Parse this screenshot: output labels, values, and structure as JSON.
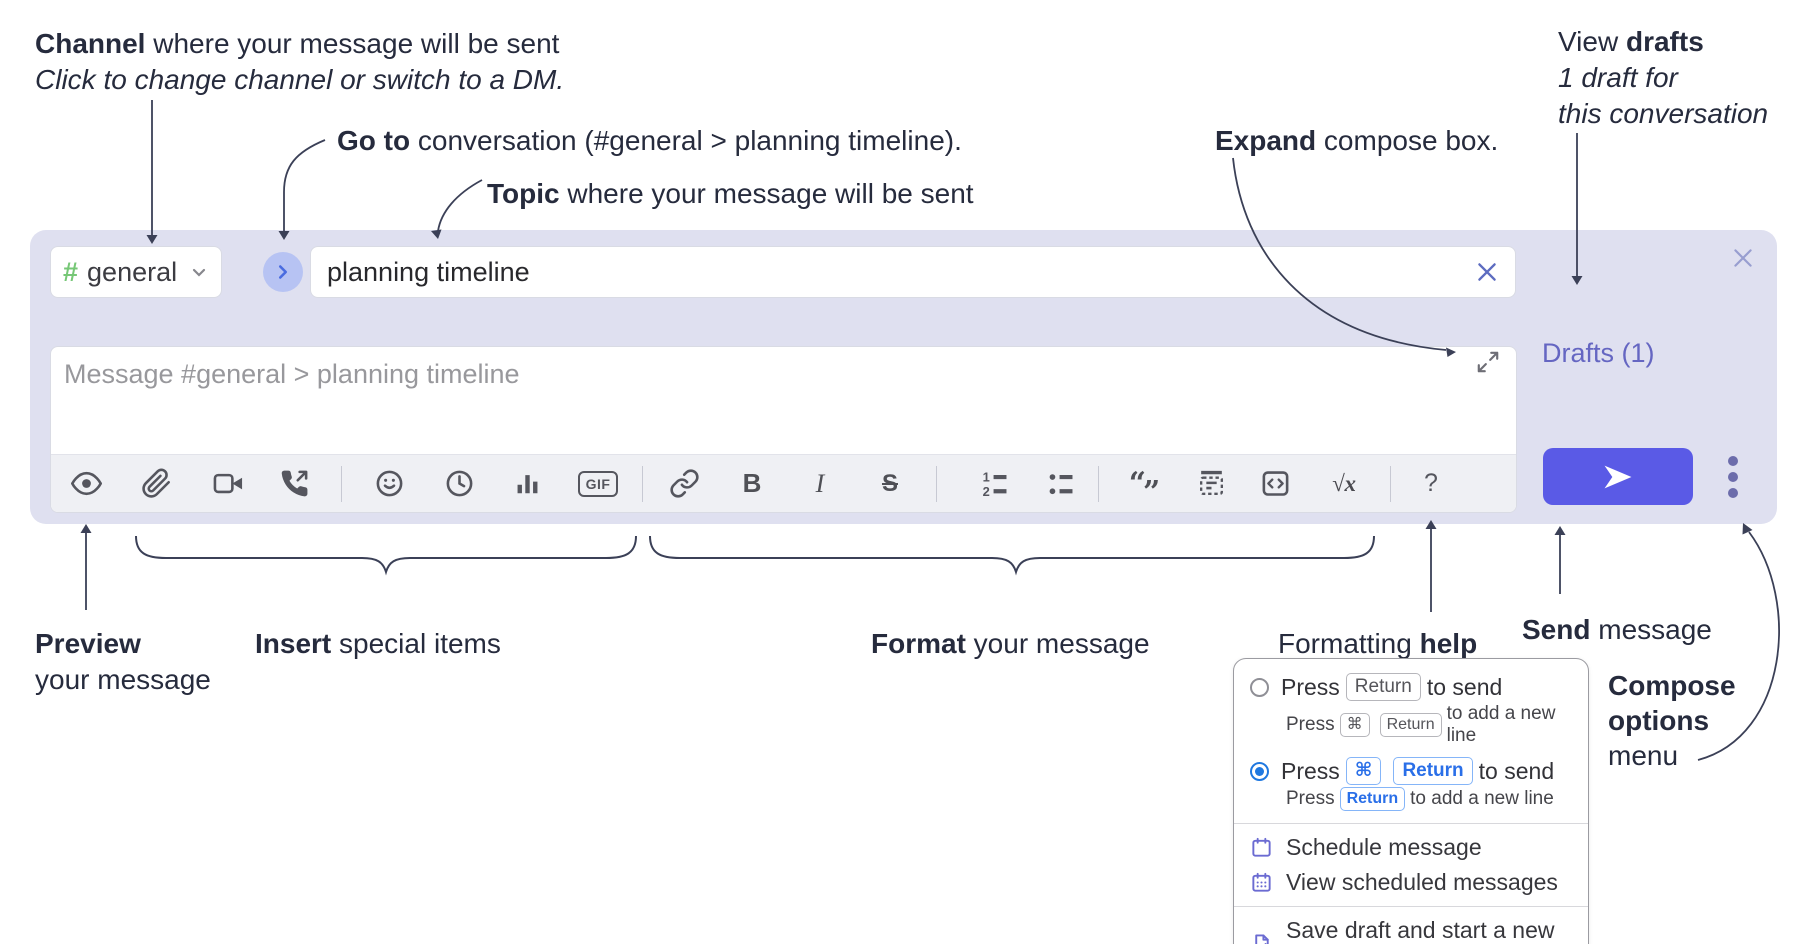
{
  "annotations": {
    "channel": {
      "lead": "Channel",
      "rest": " where your message will be sent",
      "sub": "Click to change channel or switch to a DM."
    },
    "go_to": {
      "lead": "Go to",
      "rest": " conversation (#general > planning timeline)."
    },
    "topic": {
      "lead": "Topic",
      "rest": " where your message will be sent"
    },
    "expand": {
      "lead": "Expand",
      "rest": " compose box."
    },
    "view_drafts": {
      "pre": "View ",
      "lead": "drafts",
      "sub1": "1 draft for",
      "sub2": "this conversation"
    },
    "preview": {
      "lead": "Preview",
      "sub": "your message"
    },
    "insert": {
      "lead": "Insert",
      "rest": " special items"
    },
    "format": {
      "lead": "Format",
      "rest": " your message"
    },
    "formatting_help": {
      "pre": "Formatting ",
      "lead": "help"
    },
    "send": {
      "lead": "Send",
      "rest": " message"
    },
    "compose_options": {
      "line1": "Compose",
      "line2": "options",
      "line3": "menu"
    }
  },
  "compose": {
    "channel": {
      "hash": "#",
      "name": "general"
    },
    "topic": {
      "value": "planning timeline"
    },
    "message": {
      "placeholder": "Message #general > planning timeline"
    },
    "drafts_link": "Drafts (1)",
    "toolbar": {
      "gif": "GIF",
      "bold": "B",
      "italic": "I",
      "strike": "S",
      "math": "√x",
      "help": "?"
    }
  },
  "options_menu": {
    "enter_sends": {
      "title_pre": "Press",
      "title_key": "Return",
      "title_post": "to send",
      "sub_pre": "Press",
      "sub_key_cmd": "⌘",
      "sub_key_return": "Return",
      "sub_post": "to add a new line"
    },
    "cmd_sends": {
      "title_pre": "Press",
      "title_key_cmd": "⌘",
      "title_key_return": "Return",
      "title_post": "to send",
      "sub_pre": "Press",
      "sub_key": "Return",
      "sub_post": "to add a new line"
    },
    "items": [
      {
        "label": "Schedule message"
      },
      {
        "label": "View scheduled messages"
      },
      {
        "label": "Save draft and start a new message"
      }
    ]
  },
  "colors": {
    "send_button": "#5a5ae6",
    "compose_background": "#dfe0f0",
    "drafts_link": "#6566c2",
    "channel_green": "#76c776",
    "radio_blue": "#1f78e0",
    "kbd_blue": "#2a6fe8",
    "menu_icon_purple": "#6b6bd2"
  }
}
